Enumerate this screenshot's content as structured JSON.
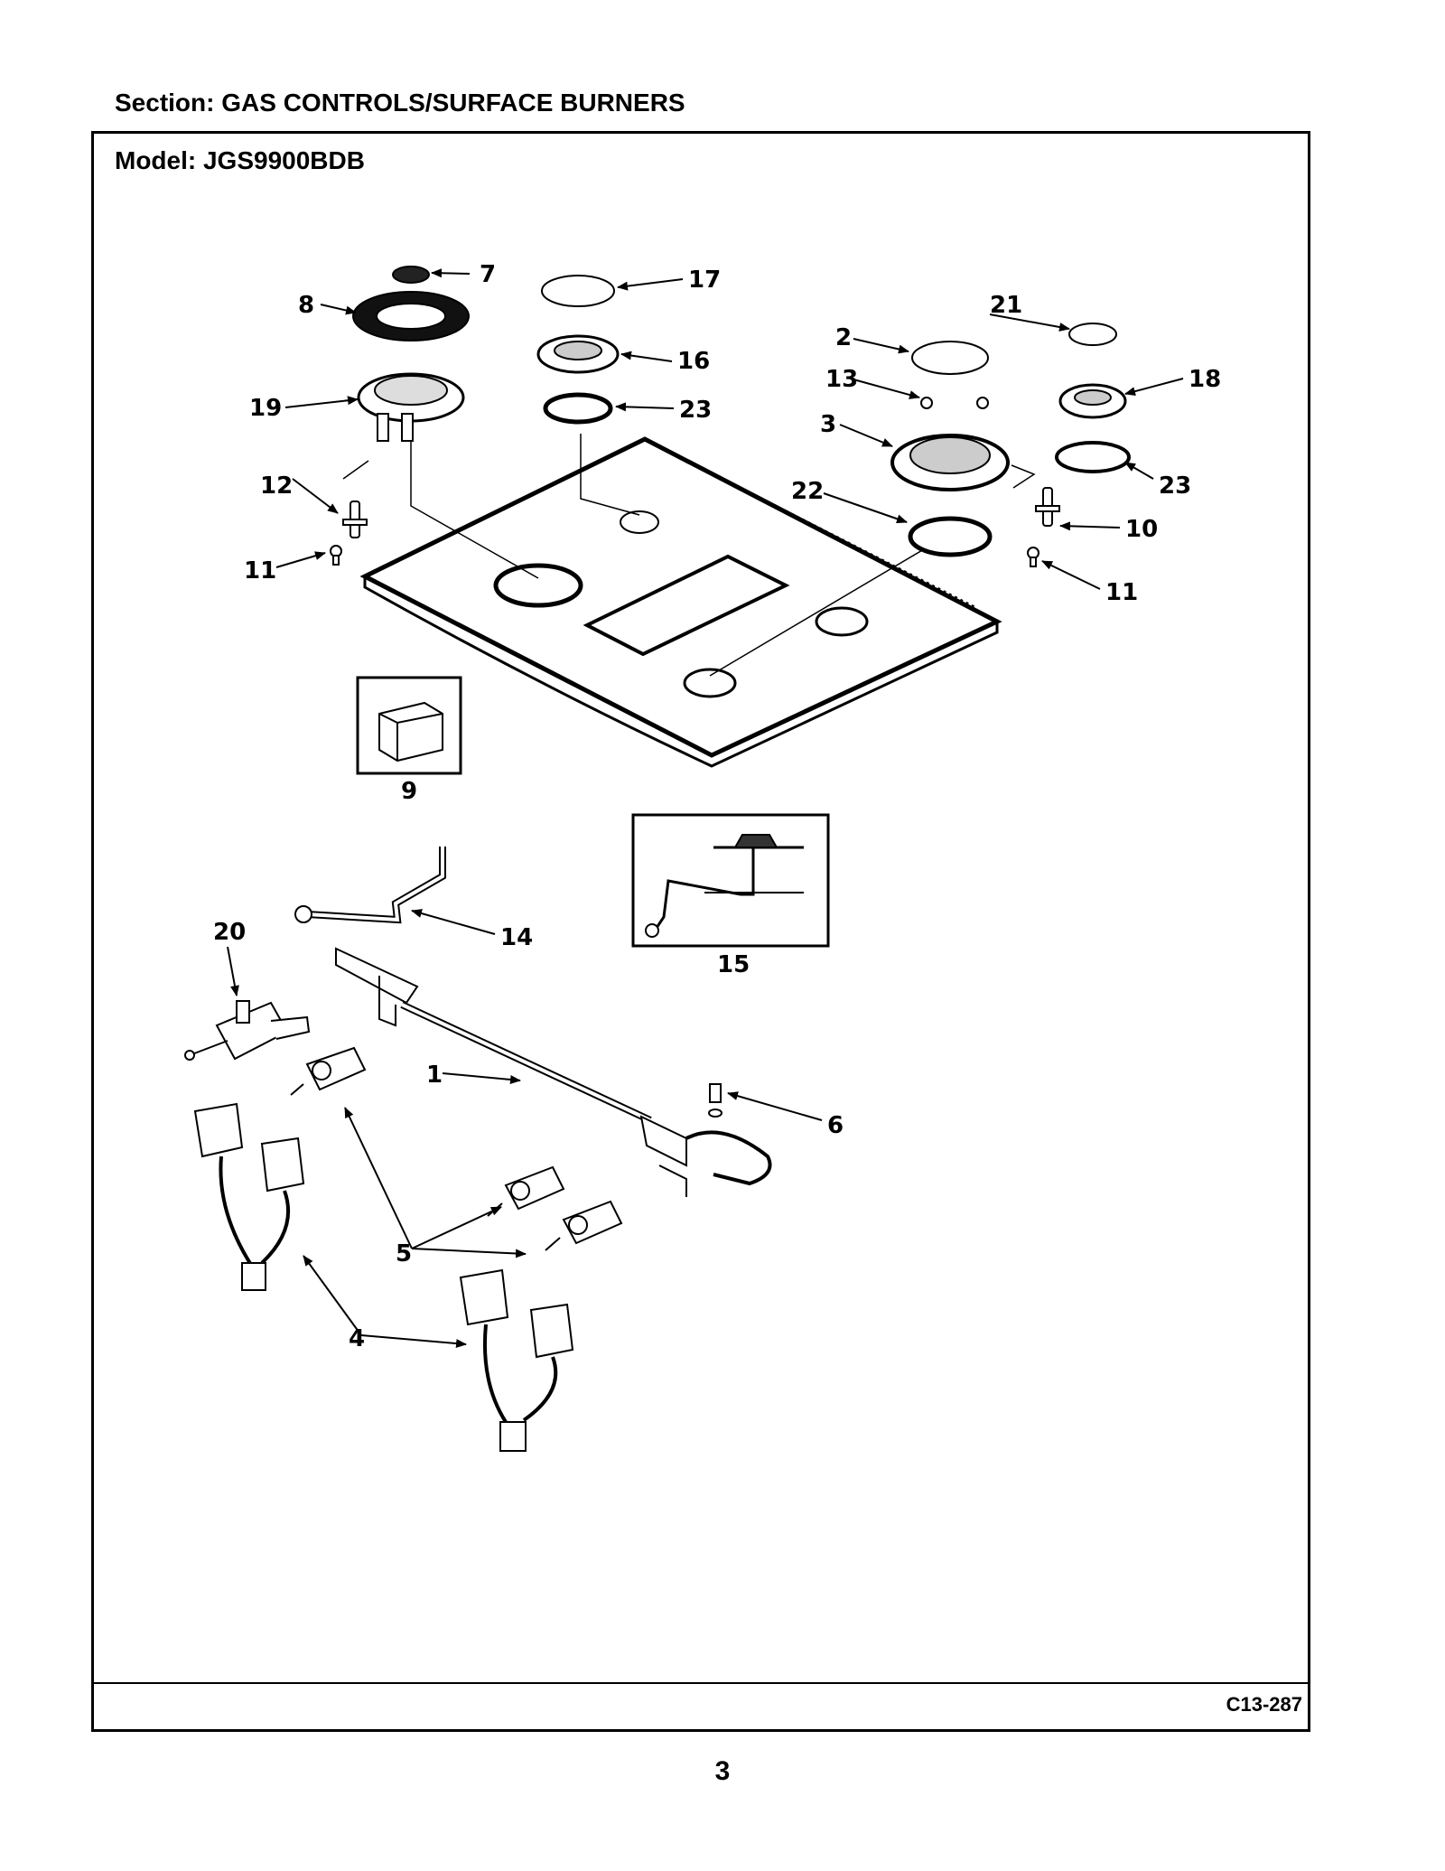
{
  "header": {
    "section": "Section:  GAS CONTROLS/SURFACE BURNERS",
    "model": "Model:  JGS9900BDB"
  },
  "footer": {
    "diagram_code": "C13-287",
    "page_number": "3"
  },
  "callouts": {
    "c1": "1",
    "c2": "2",
    "c3": "3",
    "c4": "4",
    "c5": "5",
    "c6": "6",
    "c7": "7",
    "c8": "8",
    "c9": "9",
    "c10": "10",
    "c11a": "11",
    "c11b": "11",
    "c12": "12",
    "c13": "13",
    "c14": "14",
    "c15": "15",
    "c16": "16",
    "c17": "17",
    "c18": "18",
    "c19": "19",
    "c20": "20",
    "c21": "21",
    "c22": "22",
    "c23a": "23",
    "c23b": "23"
  }
}
